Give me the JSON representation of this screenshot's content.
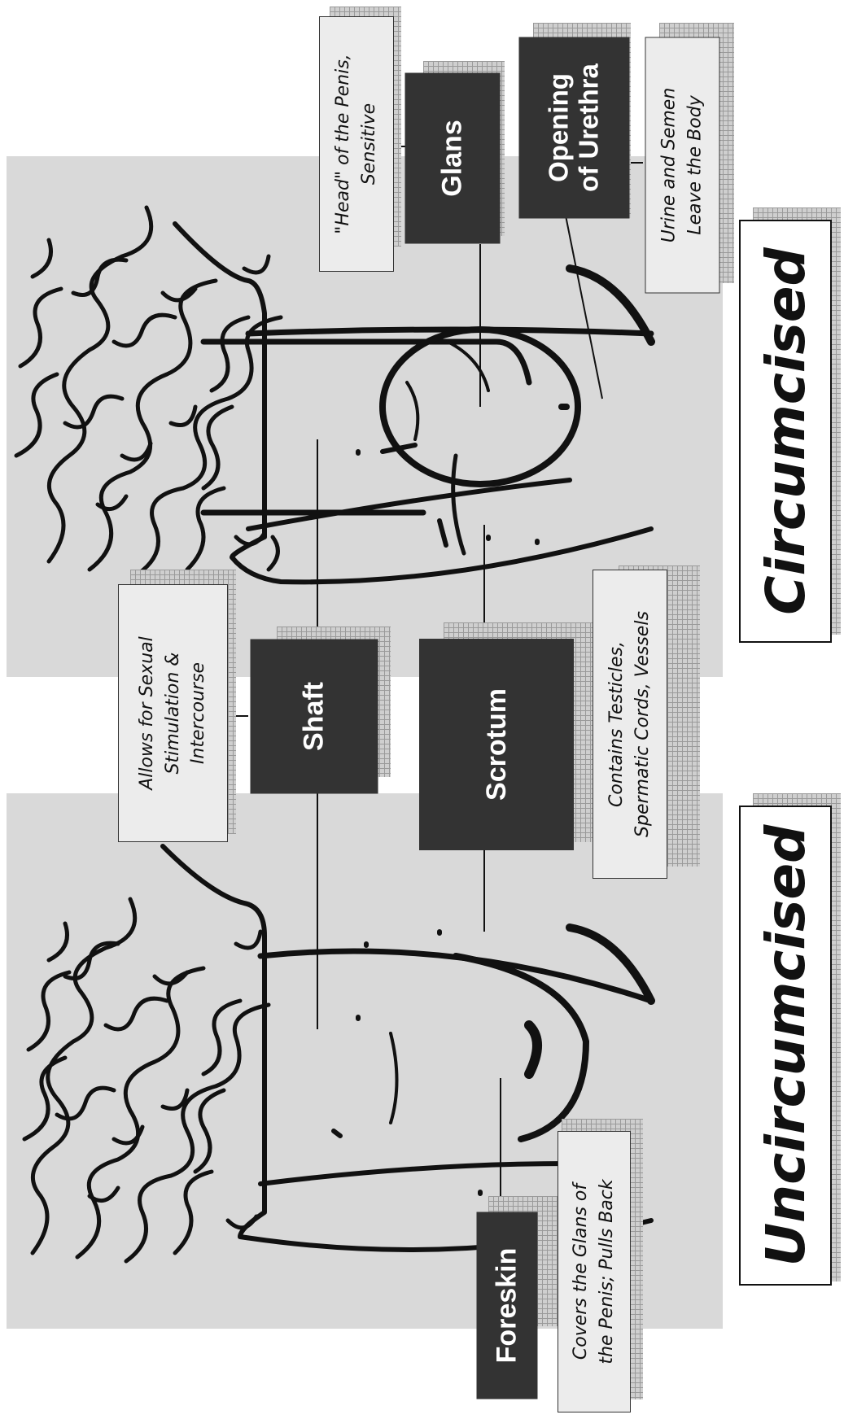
{
  "diagram": {
    "panels": [
      {
        "key": "uncircumcised",
        "caption": "Uncircumcised"
      },
      {
        "key": "circumcised",
        "caption": "Circumcised"
      }
    ],
    "parts": {
      "glans": {
        "name": "Glans",
        "description": "\"Head\" of the Penis,\nSensitive"
      },
      "urethra": {
        "name": "Opening\nof Urethra",
        "description": "Urine and Semen\nLeave the Body"
      },
      "shaft": {
        "name": "Shaft",
        "description": "Allows for Sexual\nStimulation &\nIntercourse"
      },
      "scrotum": {
        "name": "Scrotum",
        "description": "Contains Testicles,\nSpermatic Cords, Vessels"
      },
      "foreskin": {
        "name": "Foreskin",
        "description": "Covers the Glans of\nthe Penis; Pulls Back"
      }
    },
    "colors": {
      "panel_bg": "#d9d9d9",
      "label_bar": "#333333",
      "description_bg": "#ececec",
      "outline": "#111111"
    }
  }
}
